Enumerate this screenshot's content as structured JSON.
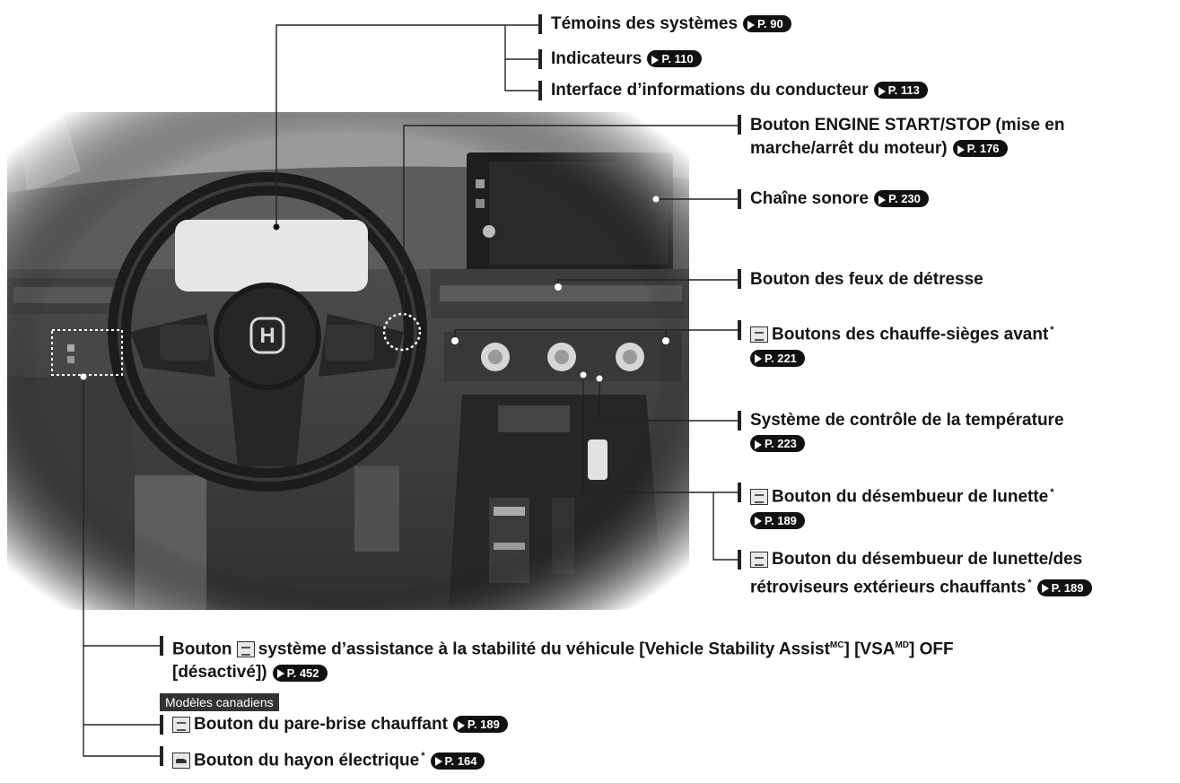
{
  "callouts": {
    "temoins": {
      "text": "Témoins des systèmes",
      "page": "P. 90"
    },
    "indicateurs": {
      "text": "Indicateurs",
      "page": "P. 110"
    },
    "interface": {
      "text": "Interface d’informations du conducteur",
      "page": "P. 113"
    },
    "engine_start": {
      "line1": "Bouton ENGINE START/STOP (mise en",
      "line2": "marche/arrêt du moteur)",
      "page": "P. 176"
    },
    "chaine_sonore": {
      "text": "Chaîne sonore",
      "page": "P. 230"
    },
    "feux_detresse": {
      "text": "Bouton des feux de détresse"
    },
    "chauffe_sieges": {
      "text": "Boutons des chauffe-sièges avant",
      "star": "*",
      "page": "P. 221"
    },
    "temperature": {
      "text": "Système de contrôle de la température",
      "page": "P. 223"
    },
    "desembueur": {
      "text": "Bouton du désembueur de lunette",
      "star": "*",
      "page": "P. 189"
    },
    "desembueur_retro": {
      "line1": "Bouton du désembueur de lunette/des",
      "line2": "rétroviseurs extérieurs chauffants",
      "star": "*",
      "page": "P. 189"
    },
    "vsa": {
      "line1_a": "Bouton",
      "line1_b": "système d’assistance à la stabilité du véhicule [Vehicle Stability Assist",
      "mc": "MC",
      "line1_c": "] [VSA",
      "md": "MD",
      "line1_d": "] OFF",
      "line2": "[désactivé])",
      "page": "P. 452"
    },
    "canadian_badge": "Modèles canadiens",
    "pare_brise": {
      "text": "Bouton du pare-brise chauffant",
      "page": "P. 189"
    },
    "hayon": {
      "text": "Bouton du hayon électrique",
      "star": "*",
      "page": "P. 164"
    }
  },
  "photo": {
    "emblem": "H"
  }
}
